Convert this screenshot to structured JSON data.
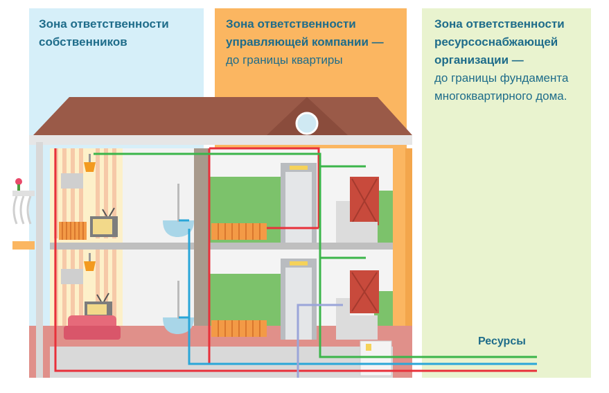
{
  "zones": [
    {
      "title": "Зона ответственности собственников",
      "note": ""
    },
    {
      "title": "Зона ответственности управляющей компании —",
      "note": "до границы квартиры"
    },
    {
      "title": "Зона ответственности ресурсоснабжающей организации —",
      "note": "до границы фундамента многоквартирного дома."
    }
  ],
  "resources_label": "Ресурсы",
  "colors": {
    "owners_zone": "#d6eff9",
    "management_zone": "#fbb661",
    "supplier_zone": "#e9f3cf",
    "text": "#1e6c8a",
    "roof": "#9a5a48",
    "pipe_red": "#e8303a",
    "pipe_green": "#3bb54a",
    "pipe_blue": "#2aa6d8"
  },
  "icons": [
    "lamp-icon",
    "tv-icon",
    "radiator-icon",
    "bathtub-icon",
    "sofa-icon",
    "elevator-icon",
    "door-icon",
    "window-icon",
    "flower-icon",
    "meter-icon"
  ]
}
